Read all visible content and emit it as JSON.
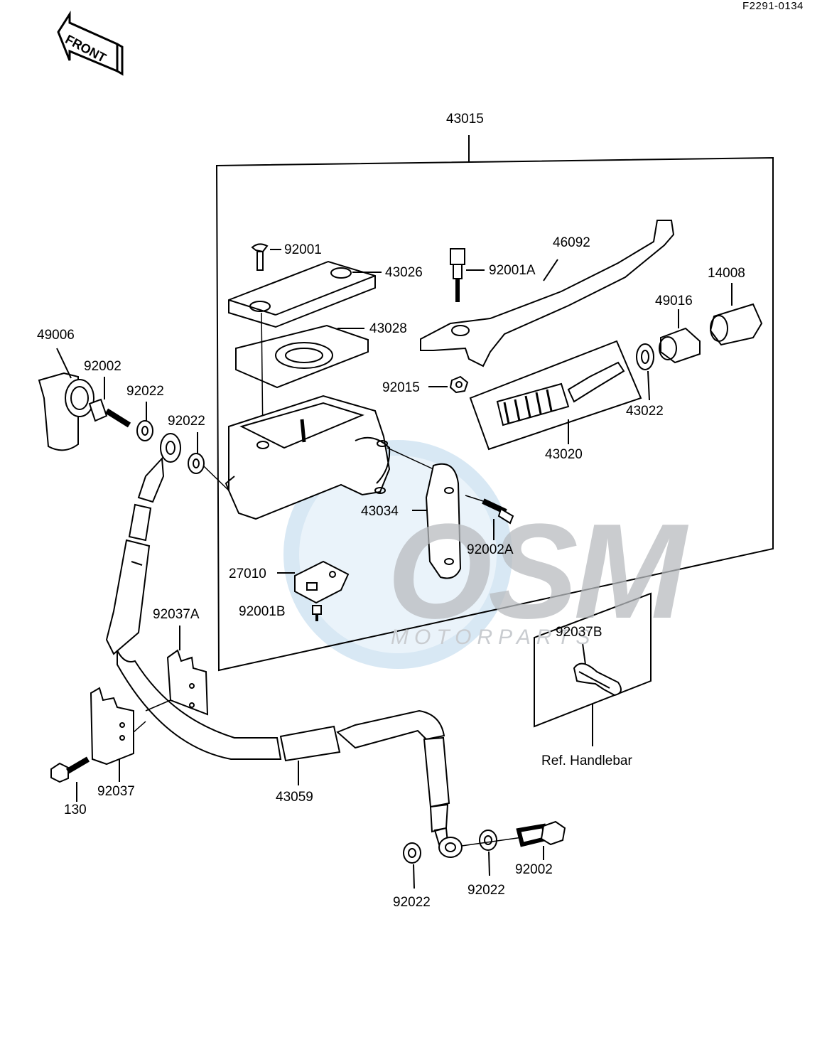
{
  "drawing_code": "F2291-0134",
  "front_label": "FRONT",
  "watermark": {
    "logo": "OSM",
    "text": "MOTORPARTS"
  },
  "parts": {
    "p43015": "43015",
    "p92001": "92001",
    "p43026": "43026",
    "p92001A": "92001A",
    "p46092": "46092",
    "p14008": "14008",
    "p49016": "49016",
    "p43028": "43028",
    "p49006": "49006",
    "p92002_top": "92002",
    "p92022_a": "92022",
    "p92022_b": "92022",
    "p92015": "92015",
    "p43022": "43022",
    "p43020": "43020",
    "p43034": "43034",
    "p92002A": "92002A",
    "p27010": "27010",
    "p92001B": "92001B",
    "p92037A": "92037A",
    "p92037B": "92037B",
    "p92037": "92037",
    "p130": "130",
    "p43059": "43059",
    "p92022_c": "92022",
    "p92022_d": "92022",
    "p92002_bottom": "92002"
  },
  "ref_handlebar": "Ref. Handlebar"
}
